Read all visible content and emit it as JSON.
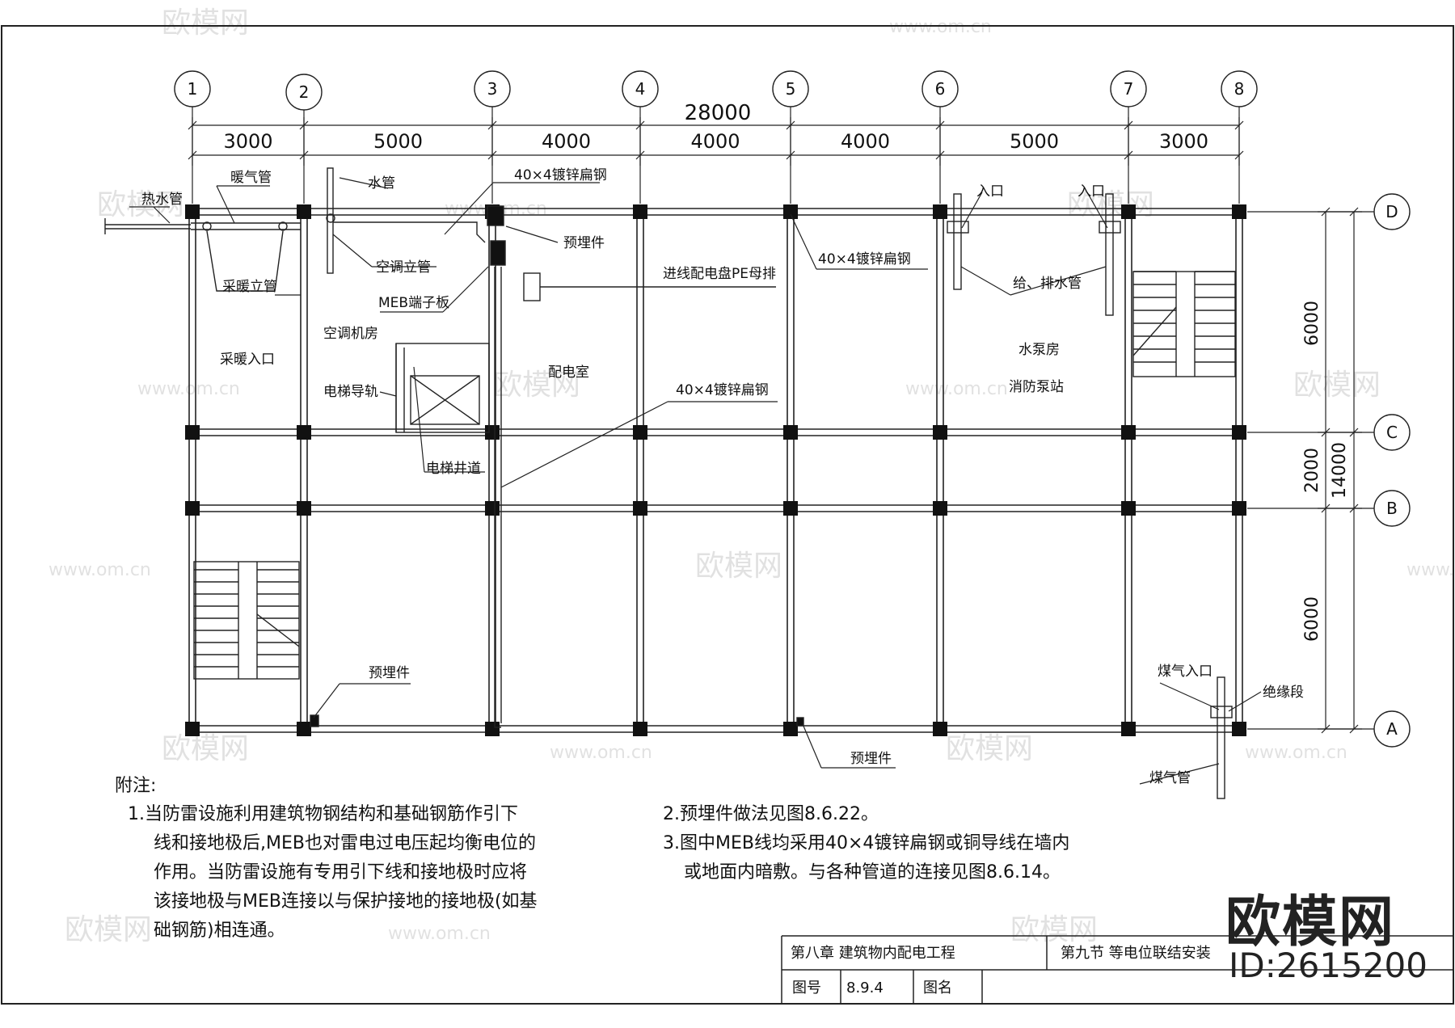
{
  "grid": {
    "axes_numbers": [
      "1",
      "2",
      "3",
      "4",
      "5",
      "6",
      "7",
      "8"
    ],
    "axes_letters": [
      "D",
      "C",
      "B",
      "A"
    ]
  },
  "dimensions": {
    "total": "28000",
    "spans": [
      "3000",
      "5000",
      "4000",
      "4000",
      "4000",
      "5000",
      "3000"
    ],
    "right_spans": [
      "6000",
      "2000",
      "6000"
    ],
    "right_total": "14000"
  },
  "labels": {
    "hot_water_pipe": "热水管",
    "heating_pipe": "暖气管",
    "water_pipe": "水管",
    "steel_top": "40×4镀锌扁钢",
    "embedded_1": "预埋件",
    "ac_riser": "空调立管",
    "heating_riser": "采暖立管",
    "meb_board": "MEB端子板",
    "pe_bar": "进线配电盘PE母排",
    "steel_mid": "40×4镀锌扁钢",
    "entrance_1": "入口",
    "entrance_2": "入口",
    "supply_drain": "给、排水管",
    "ac_room": "空调机房",
    "heating_entry": "采暖入口",
    "elevator_rail": "电梯导轨",
    "power_room": "配电室",
    "steel_diag": "40×4镀锌扁钢",
    "pump_room": "水泵房",
    "fire_pump": "消防泵站",
    "elevator_shaft": "电梯井道",
    "embedded_2": "预埋件",
    "embedded_3": "预埋件",
    "gas_entry": "煤气入口",
    "insulation": "绝缘段",
    "gas_pipe": "煤气管"
  },
  "notes": {
    "heading": "附注:",
    "n1_l1": "1.当防雷设施利用建筑物钢结构和基础钢筋作引下",
    "n1_l2": "线和接地极后,MEB也对雷电过电压起均衡电位的",
    "n1_l3": "作用。当防雷设施有专用引下线和接地极时应将",
    "n1_l4": "该接地极与MEB连接以与保护接地的接地极(如基",
    "n1_l5": "础钢筋)相连通。",
    "n2": "2.预埋件做法见图8.6.22。",
    "n3_l1": "3.图中MEB线均采用40×4镀锌扁钢或铜导线在墙内",
    "n3_l2": "或地面内暗敷。与各种管道的连接见图8.6.14。"
  },
  "title_block": {
    "chapter": "第八章   建筑物内配电工程",
    "section": "第九节   等电位联结安装",
    "drawing_no_label": "图号",
    "drawing_no": "8.9.4",
    "drawing_name_label": "图名"
  },
  "watermark": {
    "brand": "欧模网",
    "id": "ID:2615200",
    "site": "www.om.cn"
  }
}
